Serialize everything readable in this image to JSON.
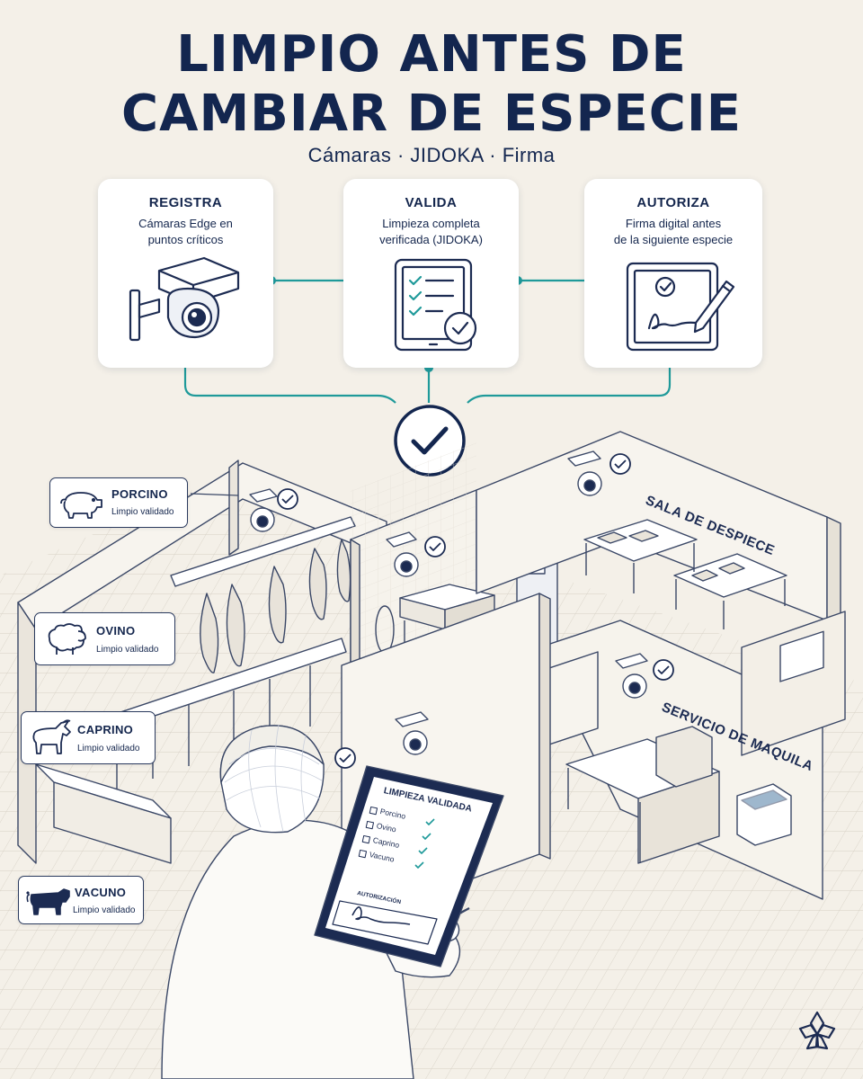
{
  "header": {
    "title_line1": "LIMPIO ANTES DE",
    "title_line2": "CAMBIAR DE ESPECIE",
    "subtitle": "Cámaras · JIDOKA · Firma"
  },
  "steps": [
    {
      "title": "REGISTRA",
      "desc": "Cámaras Edge en\npuntos críticos",
      "icon": "security-camera-icon"
    },
    {
      "title": "VALIDA",
      "desc": "Limpieza completa\nverificada (JIDOKA)",
      "icon": "checklist-tablet-icon"
    },
    {
      "title": "AUTORIZA",
      "desc": "Firma digital antes\nde la siguiente especie",
      "icon": "signature-pen-icon"
    }
  ],
  "species": [
    {
      "name": "PORCINO",
      "status": "Limpio validado",
      "icon": "pig-icon"
    },
    {
      "name": "OVINO",
      "status": "Limpio validado",
      "icon": "sheep-icon"
    },
    {
      "name": "CAPRINO",
      "status": "Limpio validado",
      "icon": "goat-icon"
    },
    {
      "name": "VACUNO",
      "status": "Limpio validado",
      "icon": "cow-icon"
    }
  ],
  "rooms": {
    "despiece": "SALA DE DESPIECE",
    "maquila": "SERVICIO DE MAQUILA"
  },
  "tablet": {
    "title": "LIMPIEZA VALIDADA",
    "items": [
      "Porcino",
      "Ovino",
      "Caprino",
      "Vacuno"
    ],
    "auth_label": "AUTORIZACIÓN"
  },
  "colors": {
    "navy": "#13264f",
    "teal": "#1f9a9a",
    "background": "#f4f0e8"
  }
}
